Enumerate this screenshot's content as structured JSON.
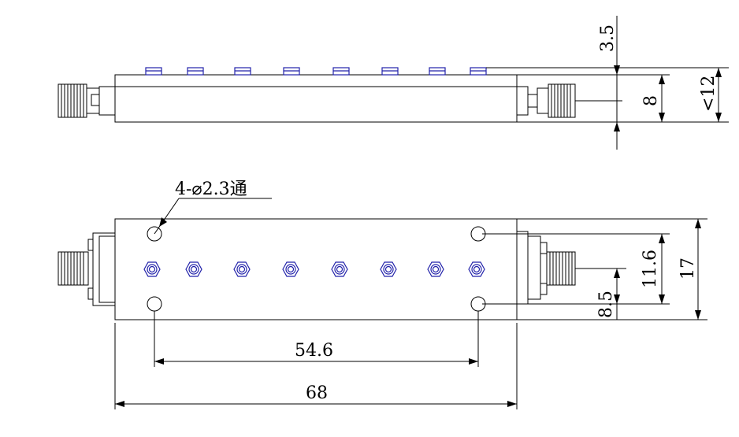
{
  "drawing": {
    "dimensions": {
      "top_height_35": "3.5",
      "top_body_8": "8",
      "top_total_12": "<12",
      "hole_note": "4-⌀2.3通",
      "right_116": "11.6",
      "right_85": "8.5",
      "right_17": "17",
      "hole_spacing": "54.6",
      "overall_length": "68"
    },
    "colors": {
      "outline": "#000000",
      "tuning_screw": "#2222aa"
    }
  }
}
